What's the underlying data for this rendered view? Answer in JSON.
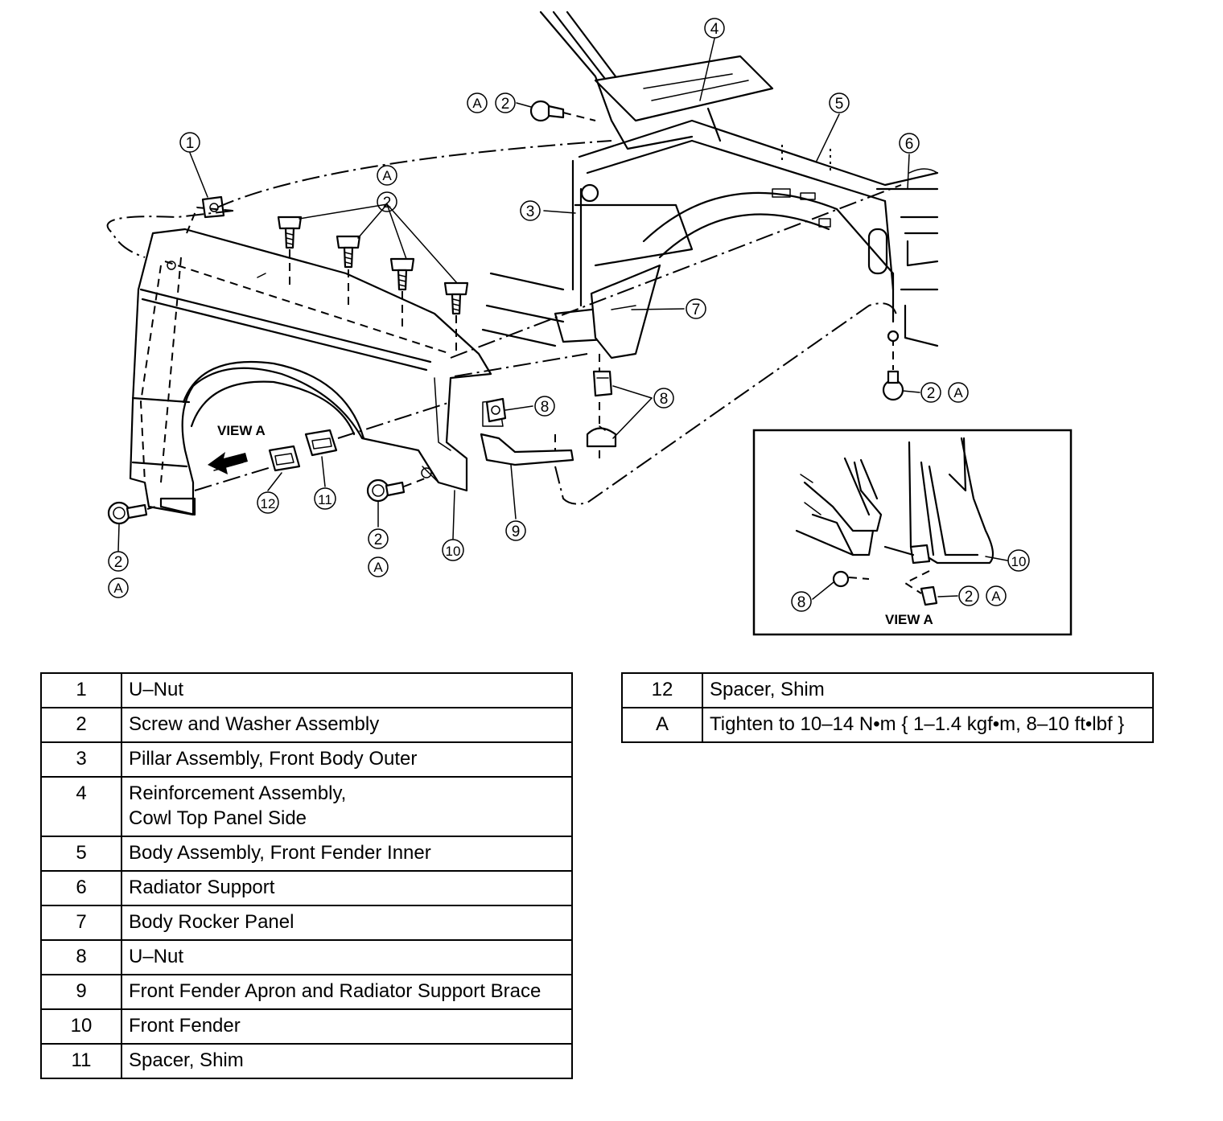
{
  "diagram": {
    "callouts": [
      {
        "id": "c1",
        "label": "1"
      },
      {
        "id": "c2a",
        "label": "2"
      },
      {
        "id": "c2b",
        "label": "2"
      },
      {
        "id": "c2c",
        "label": "2"
      },
      {
        "id": "c2d",
        "label": "2"
      },
      {
        "id": "c2e",
        "label": "2"
      },
      {
        "id": "c2f",
        "label": "2"
      },
      {
        "id": "c2g",
        "label": "2"
      },
      {
        "id": "c3",
        "label": "3"
      },
      {
        "id": "c4",
        "label": "4"
      },
      {
        "id": "c5",
        "label": "5"
      },
      {
        "id": "c6",
        "label": "6"
      },
      {
        "id": "c7",
        "label": "7"
      },
      {
        "id": "c8a",
        "label": "8"
      },
      {
        "id": "c8b",
        "label": "8"
      },
      {
        "id": "c8c",
        "label": "8"
      },
      {
        "id": "c9",
        "label": "9"
      },
      {
        "id": "c10a",
        "label": "10"
      },
      {
        "id": "c10b",
        "label": "10"
      },
      {
        "id": "c11",
        "label": "11"
      },
      {
        "id": "c12",
        "label": "12"
      },
      {
        "id": "cAa",
        "label": "A"
      },
      {
        "id": "cAb",
        "label": "A"
      },
      {
        "id": "cAc",
        "label": "A"
      },
      {
        "id": "cAd",
        "label": "A"
      },
      {
        "id": "cAe",
        "label": "A"
      },
      {
        "id": "cAf",
        "label": "A"
      }
    ],
    "view_label_main": "VIEW A",
    "view_label_inset": "VIEW A"
  },
  "legend_left": [
    {
      "num": "1",
      "desc": "U–Nut"
    },
    {
      "num": "2",
      "desc": "Screw and Washer Assembly"
    },
    {
      "num": "3",
      "desc": "Pillar Assembly, Front Body Outer"
    },
    {
      "num": "4",
      "desc": "Reinforcement Assembly,\nCowl Top Panel Side"
    },
    {
      "num": "5",
      "desc": "Body Assembly, Front Fender Inner"
    },
    {
      "num": "6",
      "desc": "Radiator Support"
    },
    {
      "num": "7",
      "desc": "Body Rocker Panel"
    },
    {
      "num": "8",
      "desc": "U–Nut"
    },
    {
      "num": "9",
      "desc": "Front Fender Apron and Radiator Support Brace"
    },
    {
      "num": "10",
      "desc": "Front Fender"
    },
    {
      "num": "11",
      "desc": "Spacer, Shim"
    }
  ],
  "legend_right": [
    {
      "num": "12",
      "desc": "Spacer, Shim"
    },
    {
      "num": "A",
      "desc": "Tighten to 10–14 N•m { 1–1.4 kgf•m, 8–10 ft•lbf }"
    }
  ]
}
